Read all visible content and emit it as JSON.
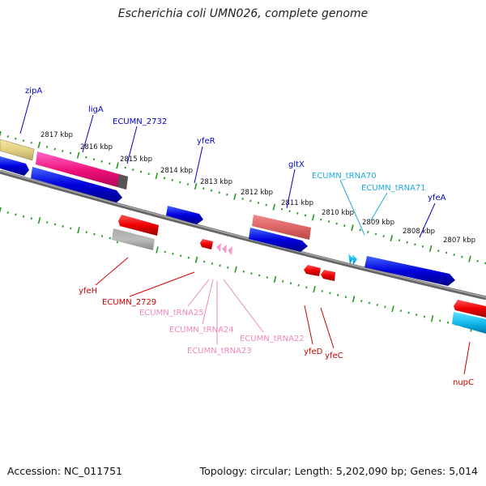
{
  "title": "Escherichia coli UMN026, complete genome",
  "footer": {
    "accession": "Accession: NC_011751",
    "topology": "Topology: circular; Length: 5,202,090 bp; Genes: 5,014"
  },
  "colors": {
    "forward_label": "#0000cc",
    "reverse_label": "#cc0000",
    "trna_forward_label": "#22aadd",
    "trna_reverse_label": "#ee88bb",
    "backbone": "#777777",
    "tick": "#229922"
  },
  "scale_labels": [
    "2817 kbp",
    "2816 kbp",
    "2815 kbp",
    "2814 kbp",
    "2813 kbp",
    "2812 kbp",
    "2811 kbp",
    "2810 kbp",
    "2809 kbp",
    "2808 kbp",
    "2807 kbp"
  ],
  "forward_gene_labels": [
    "zipA",
    "ligA",
    "ECUMN_2732",
    "yfeR",
    "gltX",
    "ECUMN_tRNA70",
    "ECUMN_tRNA71",
    "yfeA"
  ],
  "reverse_gene_labels": [
    "yfeH",
    "ECUMN_2729",
    "ECUMN_tRNA25",
    "ECUMN_tRNA24",
    "ECUMN_tRNA23",
    "ECUMN_tRNA22",
    "yfeD",
    "yfeC",
    "nupC"
  ]
}
